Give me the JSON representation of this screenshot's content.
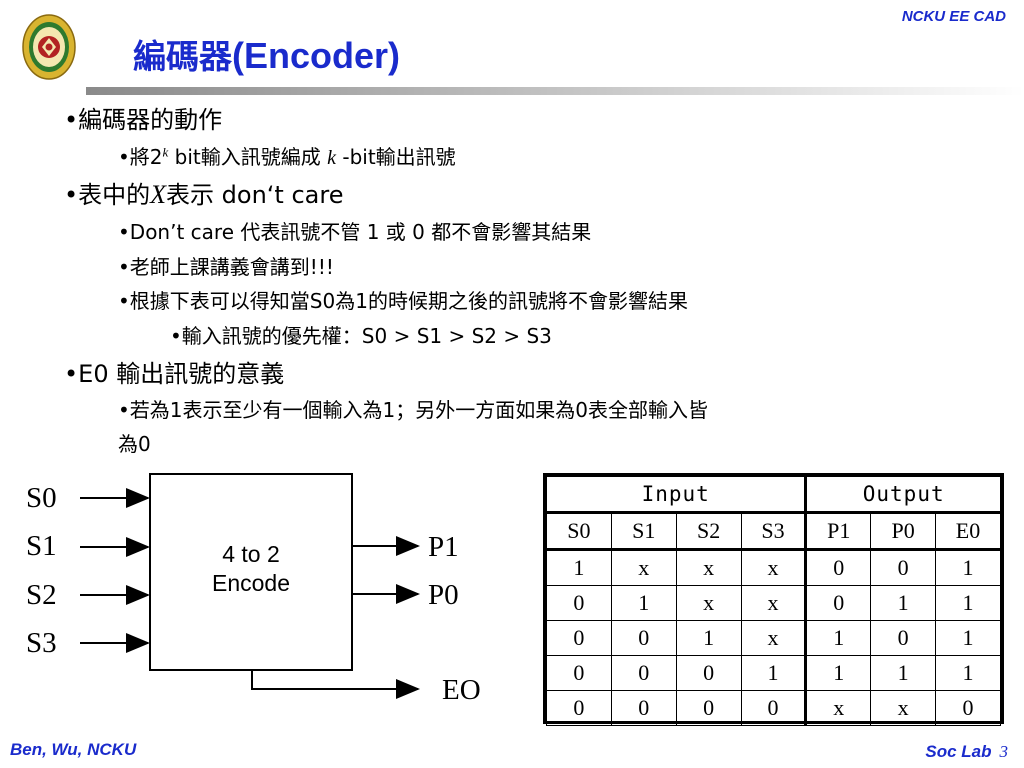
{
  "header": {
    "title_cjk": "編碼器",
    "title_en": "(Encoder)",
    "brand": "NCKU EE CAD"
  },
  "bullets": {
    "b1": "•編碼器的動作",
    "b1_1_pre": "•將2",
    "b1_1_sup": "k",
    "b1_1_mid": " bit輸入訊號編成 ",
    "b1_1_k": "k",
    "b1_1_post": " -bit輸出訊號",
    "b2_pre": "•表中的",
    "b2_x": "X",
    "b2_post": "表示 don‘t care",
    "b2_1": "•Don’t care 代表訊號不管 1 或 0 都不會影響其結果",
    "b2_2": "•老師上課講義會講到!!!",
    "b2_3": "•根據下表可以得知當S0為1的時候期之後的訊號將不會影響結果",
    "b2_3_1": "•輸入訊號的優先權：S0 > S1 > S2 > S3",
    "b3": "•E0 輸出訊號的意義",
    "b3_1_line1": "•若為1表示至少有一個輸入為1；另外一方面如果為0表全部輸入皆",
    "b3_1_line2": "為0"
  },
  "diagram": {
    "inputs": [
      "S0",
      "S1",
      "S2",
      "S3"
    ],
    "block_line1": "4 to 2",
    "block_line2": "Encode",
    "outputs": [
      "P1",
      "P0"
    ],
    "enable_out": "EO"
  },
  "truth_table": {
    "group_input": "Input",
    "group_output": "Output",
    "columns": [
      "S0",
      "S1",
      "S2",
      "S3",
      "P1",
      "P0",
      "E0"
    ],
    "rows": [
      [
        "1",
        "x",
        "x",
        "x",
        "0",
        "0",
        "1"
      ],
      [
        "0",
        "1",
        "x",
        "x",
        "0",
        "1",
        "1"
      ],
      [
        "0",
        "0",
        "1",
        "x",
        "1",
        "0",
        "1"
      ],
      [
        "0",
        "0",
        "0",
        "1",
        "1",
        "1",
        "1"
      ],
      [
        "0",
        "0",
        "0",
        "0",
        "x",
        "x",
        "0"
      ]
    ]
  },
  "footer": {
    "author": "Ben, Wu, NCKU",
    "lab": "Soc Lab",
    "page": "3"
  },
  "colors": {
    "accent": "#1a2bcc",
    "logo_gold": "#d9b430",
    "logo_red": "#b22222"
  }
}
